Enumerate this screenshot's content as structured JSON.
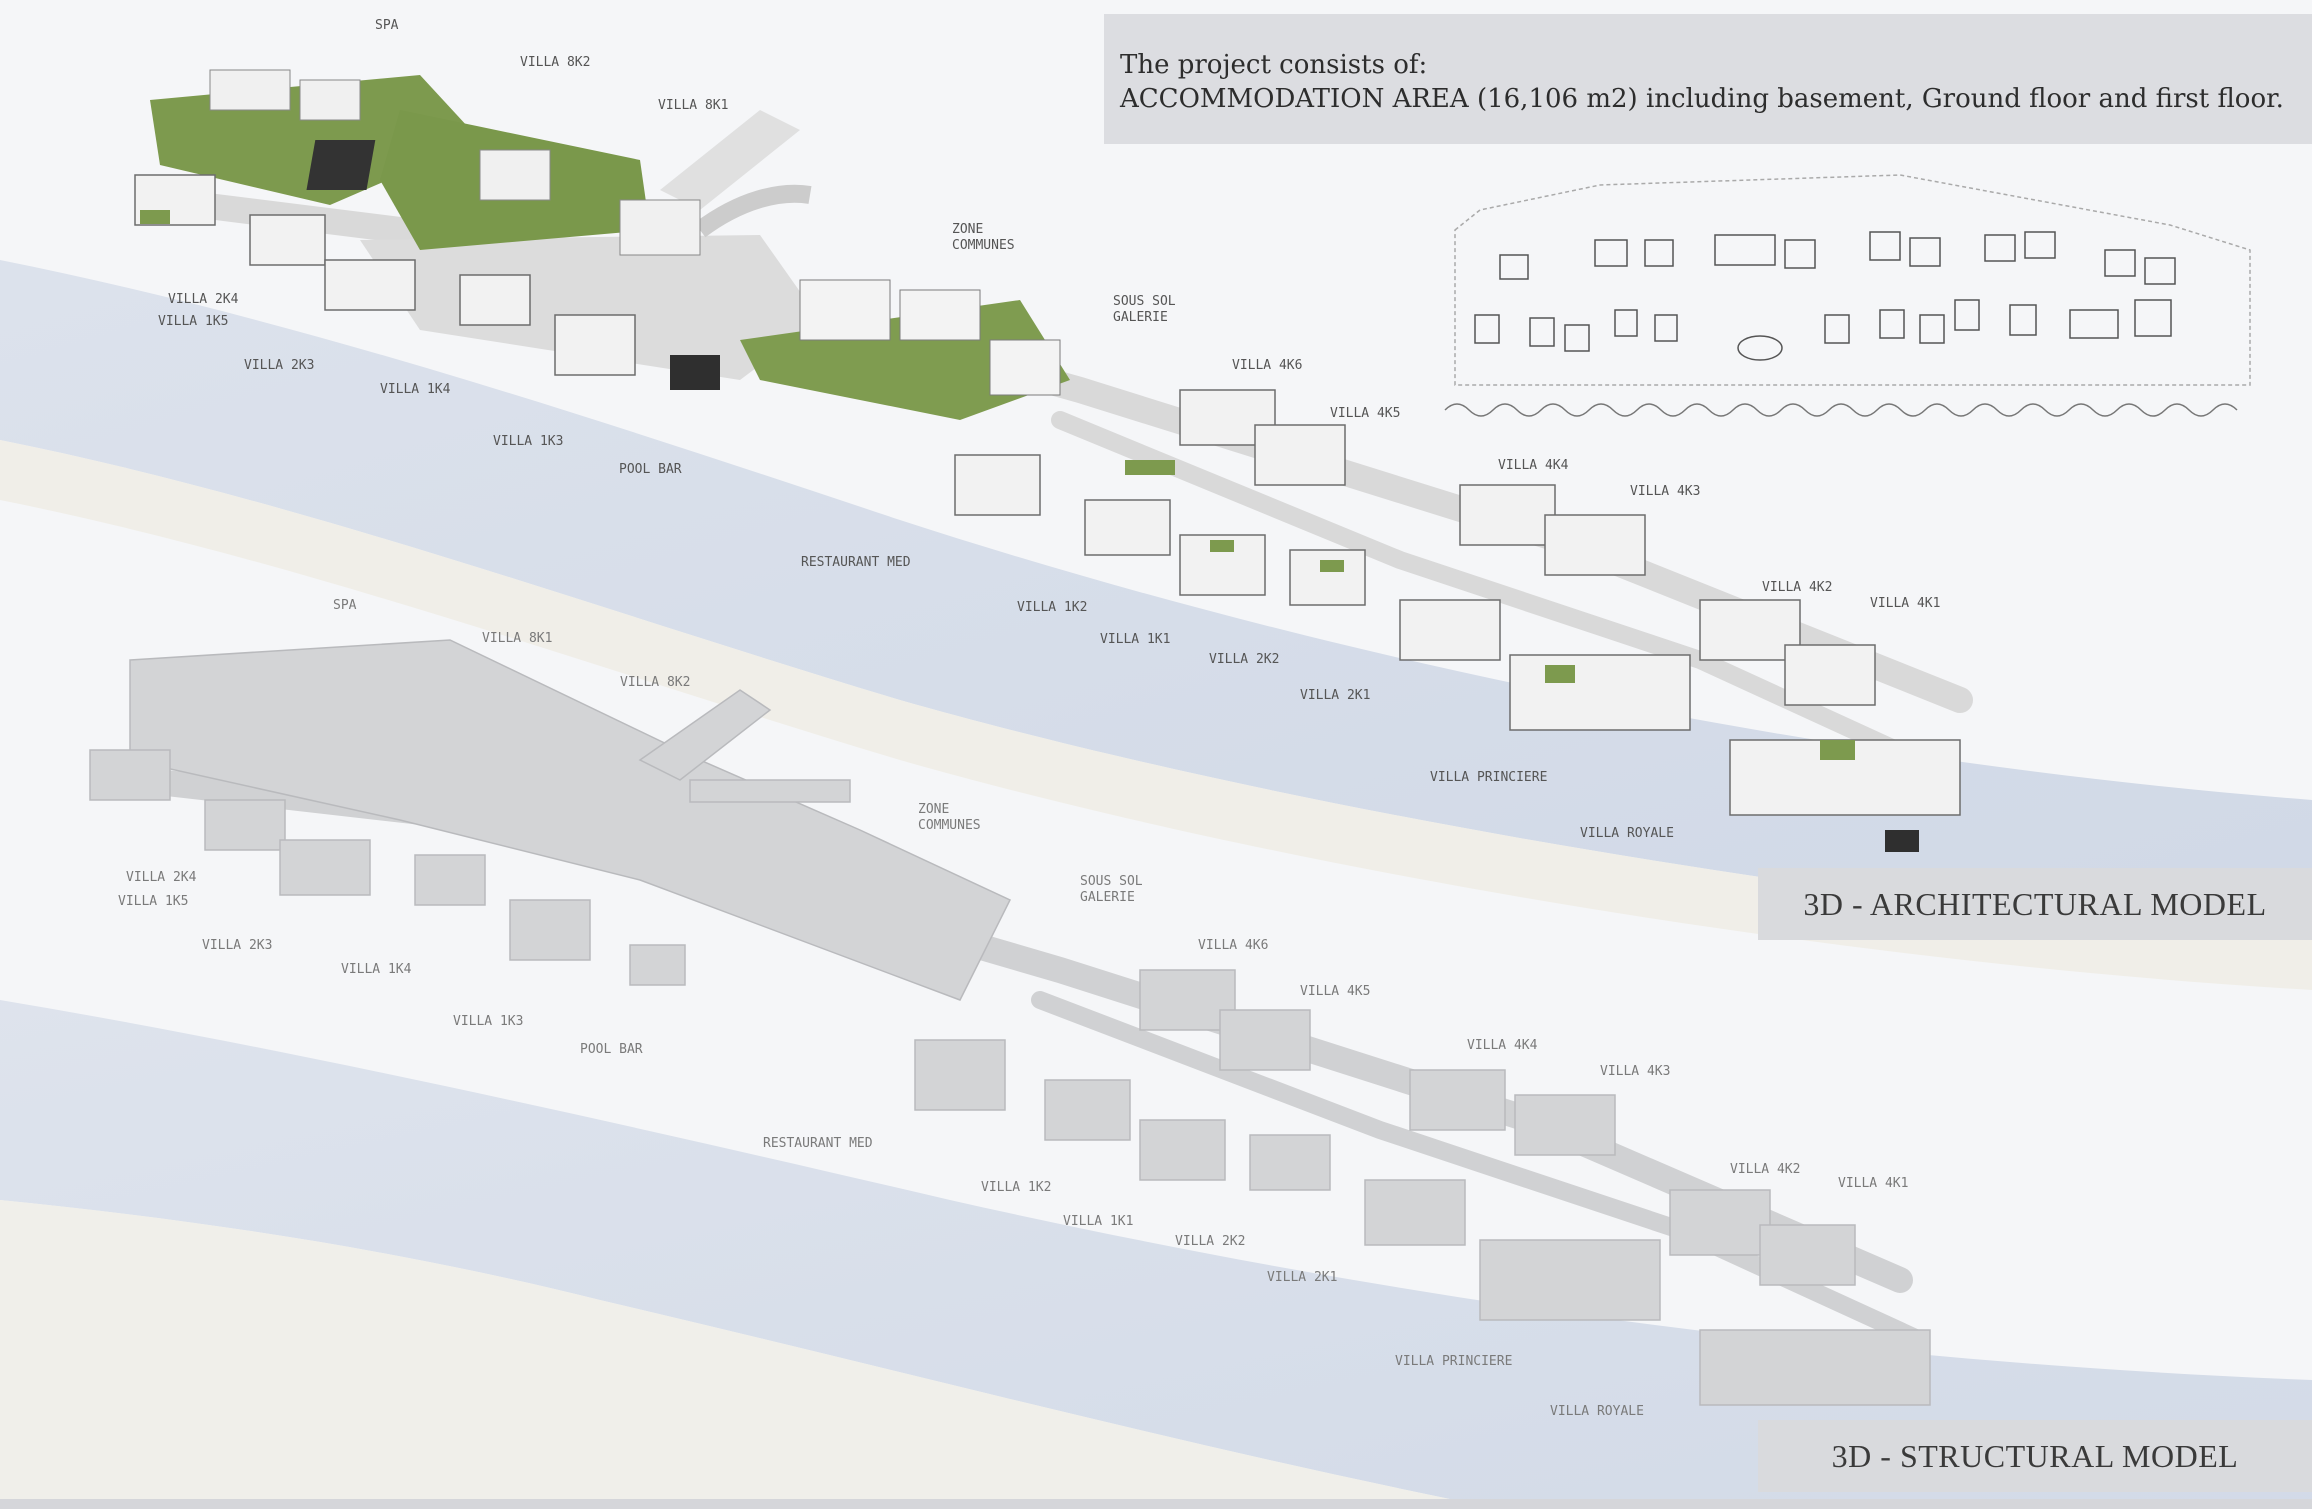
{
  "description": {
    "line1": "The project consists of:",
    "line2": "ACCOMMODATION AREA (16,106 m2) including basement, Ground floor and first floor."
  },
  "models": {
    "architectural": "3D - ARCHITECTURAL MODEL",
    "structural": "3D - STRUCTURAL  MODEL"
  },
  "arch_labels": {
    "spa": "SPA",
    "villa_8k2": "VILLA 8K2",
    "villa_8k1": "VILLA 8K1",
    "zone_communes": "ZONE\nCOMMUNES",
    "sous_sol_galerie": "SOUS SOL\nGALERIE",
    "villa_2k4": "VILLA 2K4",
    "villa_1k5": "VILLA 1K5",
    "villa_2k3": "VILLA 2K3",
    "villa_1k4": "VILLA 1K4",
    "villa_1k3": "VILLA 1K3",
    "pool_bar": "POOL BAR",
    "villa_4k6": "VILLA 4K6",
    "villa_4k5": "VILLA 4K5",
    "villa_4k4": "VILLA 4K4",
    "villa_4k3": "VILLA 4K3",
    "restaurant_med": "RESTAURANT MED",
    "villa_1k2": "VILLA 1K2",
    "villa_1k1": "VILLA 1K1",
    "villa_2k2": "VILLA 2K2",
    "villa_2k1": "VILLA 2K1",
    "villa_4k2": "VILLA 4K2",
    "villa_4k1": "VILLA 4K1",
    "villa_princiere": "VILLA PRINCIERE",
    "villa_royale": "VILLA ROYALE"
  },
  "struct_labels": {
    "spa": "SPA",
    "villa_8k1": "VILLA 8K1",
    "villa_8k2": "VILLA 8K2",
    "zone_communes": "ZONE\nCOMMUNES",
    "sous_sol_galerie": "SOUS SOL\nGALERIE",
    "villa_2k4": "VILLA 2K4",
    "villa_1k5": "VILLA 1K5",
    "villa_2k3": "VILLA 2K3",
    "villa_1k4": "VILLA 1K4",
    "villa_1k3": "VILLA 1K3",
    "pool_bar": "POOL BAR",
    "villa_4k6": "VILLA 4K6",
    "villa_4k5": "VILLA 4K5",
    "villa_4k4": "VILLA 4K4",
    "villa_4k3": "VILLA 4K3",
    "restaurant_med": "RESTAURANT MED",
    "villa_1k2": "VILLA 1K2",
    "villa_1k1": "VILLA 1K1",
    "villa_2k2": "VILLA 2K2",
    "villa_2k1": "VILLA 2K1",
    "villa_4k2": "VILLA 4K2",
    "villa_4k1": "VILLA 4K1",
    "villa_princiere": "VILLA PRINCIERE",
    "villa_royale": "VILLA ROYALE"
  },
  "colors": {
    "roof_green": "#7d9a4e",
    "building_white": "#f2f2f2",
    "structure_gray": "#cfd0d2",
    "water_blue": "#cdd6e4",
    "sand": "#eeece4"
  }
}
